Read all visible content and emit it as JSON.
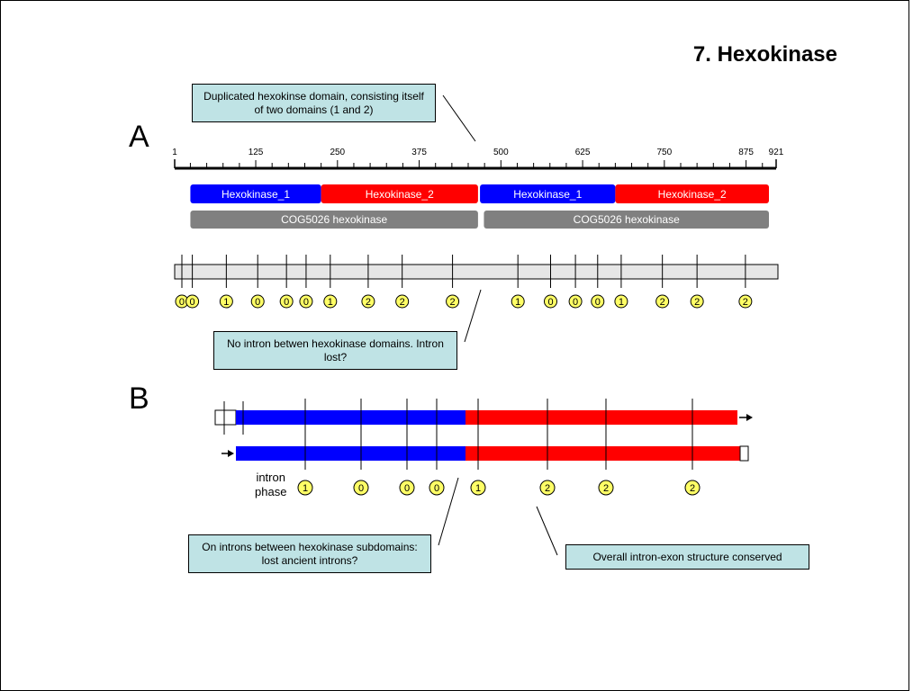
{
  "title": "7. Hexokinase",
  "panel_a_label": "A",
  "panel_b_label": "B",
  "callouts": {
    "duplicated": "Duplicated hexokinse domain, consisting itself of two domains (1 and 2)",
    "no_intron": "No intron betwen hexokinase domains. Intron lost?",
    "on_introns": "On introns between hexokinase subdomains: lost ancient introns?",
    "conserved": "Overall intron-exon structure conserved"
  },
  "ruler": {
    "min": 1,
    "max": 921,
    "tick_labels": [
      "1",
      "125",
      "250",
      "375",
      "500",
      "625",
      "750",
      "875",
      "921"
    ],
    "tick_values": [
      1,
      125,
      250,
      375,
      500,
      625,
      750,
      875,
      921
    ]
  },
  "domains": [
    {
      "label": "Hexokinase_1",
      "start": 25,
      "end": 225,
      "color": "#0000ff"
    },
    {
      "label": "Hexokinase_2",
      "start": 225,
      "end": 465,
      "color": "#ff0000"
    },
    {
      "label": "Hexokinase_1",
      "start": 468,
      "end": 675,
      "color": "#0000ff"
    },
    {
      "label": "Hexokinase_2",
      "start": 675,
      "end": 910,
      "color": "#ff0000"
    }
  ],
  "cog": [
    {
      "label": "COG5026 hexokinase",
      "start": 25,
      "end": 465,
      "color": "#808080"
    },
    {
      "label": "COG5026 hexokinase",
      "start": 474,
      "end": 910,
      "color": "#808080"
    }
  ],
  "panel_a_introns": [
    {
      "pos": 12,
      "phase": "0"
    },
    {
      "pos": 28,
      "phase": "0"
    },
    {
      "pos": 80,
      "phase": "1"
    },
    {
      "pos": 128,
      "phase": "0"
    },
    {
      "pos": 172,
      "phase": "0"
    },
    {
      "pos": 202,
      "phase": "0"
    },
    {
      "pos": 239,
      "phase": "1"
    },
    {
      "pos": 297,
      "phase": "2"
    },
    {
      "pos": 349,
      "phase": "2"
    },
    {
      "pos": 426,
      "phase": "2"
    },
    {
      "pos": 526,
      "phase": "1"
    },
    {
      "pos": 576,
      "phase": "0"
    },
    {
      "pos": 614,
      "phase": "0"
    },
    {
      "pos": 648,
      "phase": "0"
    },
    {
      "pos": 684,
      "phase": "1"
    },
    {
      "pos": 747,
      "phase": "2"
    },
    {
      "pos": 800,
      "phase": "2"
    },
    {
      "pos": 874,
      "phase": "2"
    }
  ],
  "panel_b": {
    "intron_phase_label": "intron\nphase",
    "colors": {
      "blue": "#0000ff",
      "red": "#ff0000"
    },
    "phases": [
      "1",
      "0",
      "0",
      "0",
      "1",
      "2",
      "2",
      "2"
    ]
  }
}
